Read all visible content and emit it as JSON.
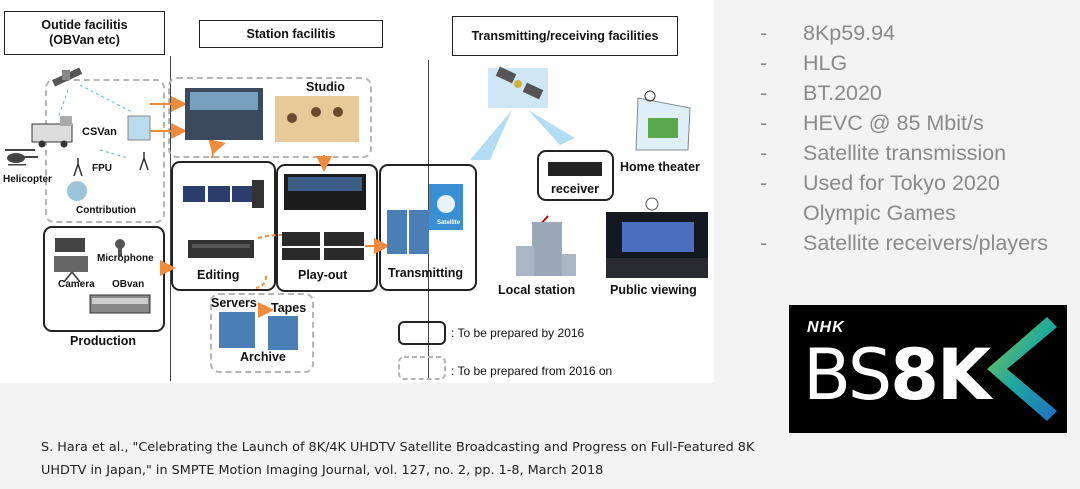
{
  "diagram": {
    "headers": {
      "outside": "Outide facilitis\n(OBVan etc)",
      "station": "Station facilitis",
      "transmit": "Transmitting/receiving facilities"
    },
    "labels": {
      "csvan": "CSVan",
      "fpu": "FPU",
      "helicopter": "Helicopter",
      "contribution": "Contribution",
      "microphone": "Microphone",
      "camera": "Camera",
      "obvan": "OBvan",
      "production": "Production",
      "studio": "Studio",
      "editing": "Editing",
      "playout": "Play-out",
      "transmitting": "Transmitting",
      "servers": "Servers",
      "tapes": "Tapes",
      "archive": "Archive",
      "receiver": "receiver",
      "home_theater": "Home theater",
      "local_station": "Local station",
      "public_viewing": "Public viewing",
      "satellite_tag": "Satellite"
    },
    "legend": {
      "solid": ": To be prepared by 2016",
      "dashed": ": To be prepared from 2016 on"
    }
  },
  "bullets": [
    "8Kp59.94",
    "HLG",
    "BT.2020",
    "HEVC @ 85 Mbit/s",
    "Satellite transmission",
    "Used for Tokyo 2020 Olympic Games",
    "Satellite receivers/players"
  ],
  "bullet_marker": "-",
  "logo": {
    "brand": "NHK",
    "text_bs": "BS",
    "text_8k": "8K"
  },
  "citation": "S. Hara et al., \"Celebrating the Launch of 8K/4K UHDTV Satellite Broadcasting and Progress on Full-Featured 8K UHDTV in Japan,\" in SMPTE Motion Imaging Journal, vol. 127, no. 2, pp. 1-8, March 2018",
  "colors": {
    "arrow": "#f08a3c",
    "beam": "#9fd4ef",
    "dashed": "#b5b5b5",
    "text_gray": "#8a8a8a"
  }
}
